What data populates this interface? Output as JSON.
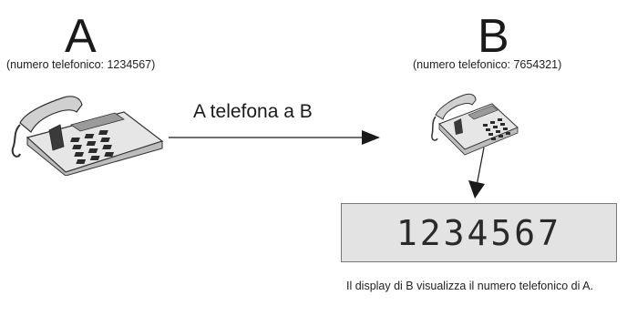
{
  "caller": {
    "letter": "A",
    "phone_number_label": "(numero telefonico: 1234567)"
  },
  "callee": {
    "letter": "B",
    "phone_number_label": "(numero telefonico: 7654321)"
  },
  "call_label": "A telefona a B",
  "display": {
    "number": "1234567"
  },
  "caption": "Il display di B visualizza il numero telefonico di A.",
  "icons": {
    "phone_a": "desk-phone-icon",
    "phone_b": "desk-phone-icon",
    "call_arrow": "arrow-right-icon",
    "down_arrow": "arrow-down-icon"
  },
  "colors": {
    "display_background": "#e3e3e3",
    "display_border": "#7a7a7a",
    "phone_body": "#d9d9d9",
    "phone_dark": "#333333"
  }
}
